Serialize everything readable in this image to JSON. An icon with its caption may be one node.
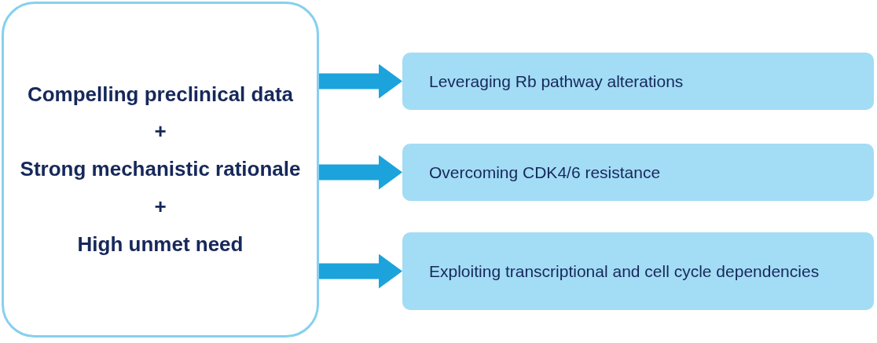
{
  "diagram": {
    "nodes": [
      {
        "text": [
          "Compelling preclinical data",
          "+",
          "Strong mechanistic rationale",
          "+",
          "High unmet need"
        ]
      },
      {
        "text": [
          "Leveraging Rb pathway alterations"
        ]
      },
      {
        "text": [
          "Overcoming CDK4/6 resistance"
        ]
      },
      {
        "text": [
          "Exploiting transcriptional and cell cycle dependencies"
        ]
      }
    ],
    "edges": [
      {
        "from": 0,
        "to": 1,
        "arrow": "to"
      },
      {
        "from": 0,
        "to": 2,
        "arrow": "to"
      },
      {
        "from": 0,
        "to": 3,
        "arrow": "to"
      }
    ]
  }
}
